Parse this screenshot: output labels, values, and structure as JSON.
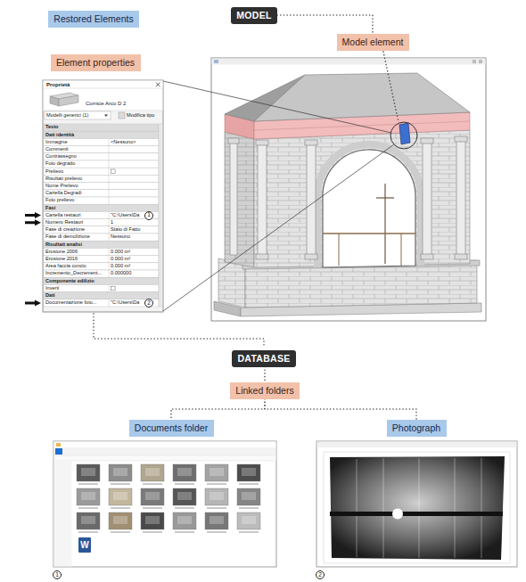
{
  "diagram": {
    "nodes": [
      {
        "text": [
          "Restored Elements"
        ]
      },
      {
        "text": [
          "MODEL"
        ]
      },
      {
        "text": [
          "Model element"
        ]
      },
      {
        "text": [
          "Element properties"
        ]
      },
      {
        "text": [
          "DATABASE"
        ]
      },
      {
        "text": [
          "Linked folders"
        ]
      },
      {
        "text": [
          "Documents folder"
        ]
      },
      {
        "text": [
          "Photograph"
        ]
      }
    ],
    "edges": [
      {
        "from": 1,
        "to": 2,
        "arrow": "none"
      },
      {
        "from": 4,
        "to": 5,
        "arrow": "none"
      },
      {
        "from": 5,
        "to": 6,
        "arrow": "none"
      },
      {
        "from": 5,
        "to": 7,
        "arrow": "none"
      }
    ],
    "labels": [
      "Proprietà",
      "Cornice Arco D 2",
      "Modelli generici (1)",
      "Modifica tipo",
      "Testo",
      "Dati identità",
      "Immagine",
      "<Nessuno>",
      "Commenti",
      "Contrassegno",
      "Foto degrado",
      "Prelievo",
      "Risultati prelievo",
      "Nome Prelievo",
      "Cartella Degradi",
      "Foto prelievo",
      "Fasi",
      "Cartella restauri",
      "\"C:\\Users\\Da",
      "1",
      "Numero Restauri",
      "1",
      "Fase di creazione",
      "Stato di Fatto",
      "Fase di demolizione",
      "Nessuno",
      "Risultati analisi",
      "Erosione 2006",
      "0.000 m²",
      "Erosione 2016",
      "0.000 m²",
      "Area faccia concio",
      "0.000 m²",
      "Incremento_Decrement...",
      "0.000000",
      "Componente edilizio",
      "Inverti",
      "Dati",
      "Documentazione foto...",
      "\"C:\\Users\\Da",
      "2",
      "W",
      "1",
      "2"
    ]
  }
}
